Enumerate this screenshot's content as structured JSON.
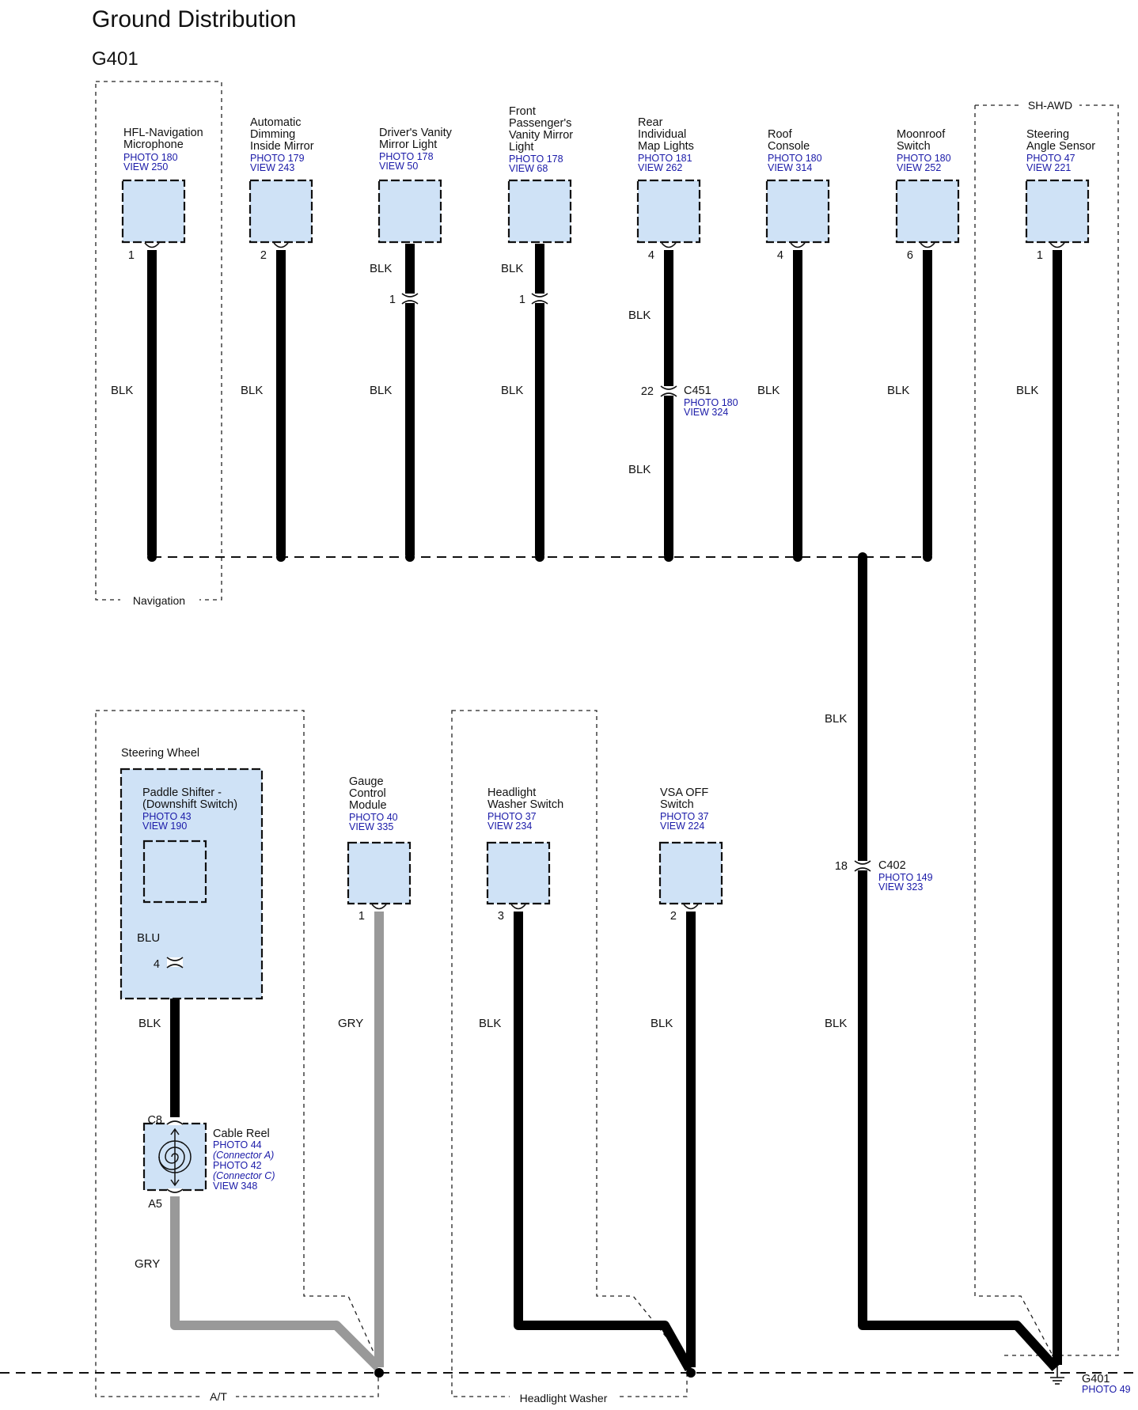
{
  "title": "Ground Distribution",
  "ground_id": "G401",
  "groups": {
    "navigation": "Navigation",
    "sh_awd": "SH-AWD",
    "at": "A/T",
    "headlight_washer": "Headlight Washer",
    "steering_wheel": "Steering Wheel"
  },
  "components": [
    {
      "id": "hfl",
      "lines": [
        "HFL-Navigation",
        "Microphone"
      ],
      "refs": [
        "PHOTO 180",
        "VIEW 250"
      ],
      "pin": "1",
      "wire": "BLK"
    },
    {
      "id": "adim",
      "lines": [
        "Automatic",
        "Dimming",
        "Inside Mirror"
      ],
      "refs": [
        "PHOTO 179",
        "VIEW 243"
      ],
      "pin": "2",
      "wire": "BLK"
    },
    {
      "id": "dvm",
      "lines": [
        "Driver's Vanity",
        "Mirror Light"
      ],
      "refs": [
        "PHOTO 178",
        "VIEW 50"
      ],
      "wire_top": "BLK",
      "inline_pin": "1",
      "wire": "BLK"
    },
    {
      "id": "fpvm",
      "lines": [
        "Front",
        "Passenger's",
        "Vanity Mirror",
        "Light"
      ],
      "refs": [
        "PHOTO 178",
        "VIEW 68"
      ],
      "wire_top": "BLK",
      "inline_pin": "1",
      "wire": "BLK"
    },
    {
      "id": "rml",
      "lines": [
        "Rear",
        "Individual",
        "Map Lights"
      ],
      "refs": [
        "PHOTO 181",
        "VIEW 262"
      ],
      "pin": "4",
      "wire_top": "BLK",
      "wire_bottom": "BLK",
      "connector": {
        "pin": "22",
        "name": "C451",
        "refs": [
          "PHOTO 180",
          "VIEW 324"
        ]
      }
    },
    {
      "id": "roof",
      "lines": [
        "Roof",
        "Console"
      ],
      "refs": [
        "PHOTO 180",
        "VIEW 314"
      ],
      "pin": "4",
      "wire": "BLK"
    },
    {
      "id": "moon",
      "lines": [
        "Moonroof",
        "Switch"
      ],
      "refs": [
        "PHOTO 180",
        "VIEW 252"
      ],
      "pin": "6",
      "wire": "BLK"
    },
    {
      "id": "steer",
      "lines": [
        "Steering",
        "Angle Sensor"
      ],
      "refs": [
        "PHOTO 47",
        "VIEW 221"
      ],
      "pin": "1",
      "wire": "BLK"
    },
    {
      "id": "paddle",
      "lines": [
        "Paddle Shifter -",
        "(Downshift Switch)"
      ],
      "refs": [
        "PHOTO 43",
        "VIEW 190"
      ],
      "wire_inner": "BLU",
      "pin": "4",
      "wire": "BLK"
    },
    {
      "id": "gauge",
      "lines": [
        "Gauge",
        "Control",
        "Module"
      ],
      "refs": [
        "PHOTO 40",
        "VIEW 335"
      ],
      "pin": "1",
      "wire": "GRY"
    },
    {
      "id": "hws",
      "lines": [
        "Headlight",
        "Washer Switch"
      ],
      "refs": [
        "PHOTO 37",
        "VIEW 234"
      ],
      "pin": "3",
      "wire": "BLK"
    },
    {
      "id": "vsa",
      "lines": [
        "VSA OFF",
        "Switch"
      ],
      "refs": [
        "PHOTO 37",
        "VIEW 224"
      ],
      "pin": "2",
      "wire": "BLK"
    }
  ],
  "cable_reel": {
    "name": "Cable Reel",
    "refs": [
      "PHOTO 44",
      "(Connector A)",
      "PHOTO 42",
      "(Connector C)",
      "VIEW 348"
    ],
    "pin_top": "C8",
    "pin_bottom": "A5",
    "wire_out": "GRY"
  },
  "c402": {
    "pin": "18",
    "name": "C402",
    "refs": [
      "PHOTO 149",
      "VIEW 323"
    ],
    "wire_top": "BLK",
    "wire_bottom": "BLK"
  },
  "ground": {
    "name": "G401",
    "ref": "PHOTO 49"
  },
  "colors": {
    "wire_black": "#000000",
    "wire_gray": "#999999",
    "wire_blue": "#1f9bd1",
    "component_fill": "#cfe2f6",
    "ref_text": "#1a1aa8"
  }
}
